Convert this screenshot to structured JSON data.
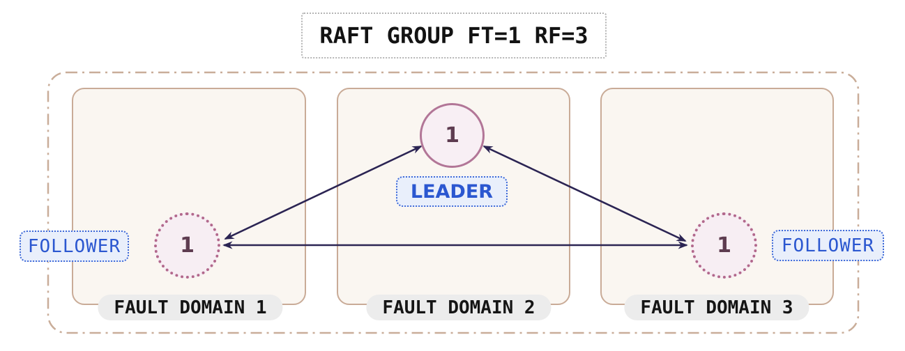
{
  "diagram": {
    "title": "RAFT GROUP FT=1 RF=3",
    "fault_domains": [
      "FAULT DOMAIN 1",
      "FAULT DOMAIN 2",
      "FAULT DOMAIN 3"
    ],
    "nodes": {
      "leader": {
        "value": "1",
        "role": "LEADER",
        "domain": "FAULT DOMAIN 2"
      },
      "follower_left": {
        "value": "1",
        "role": "FOLLOWER",
        "domain": "FAULT DOMAIN 1"
      },
      "follower_right": {
        "value": "1",
        "role": "FOLLOWER",
        "domain": "FAULT DOMAIN 3"
      }
    },
    "connections": [
      "follower_left <-> leader",
      "follower_right <-> leader",
      "follower_left <-> follower_right"
    ],
    "colors": {
      "arrow": "#2b2453",
      "leader_border": "#b27697",
      "follower_border": "#b2688c",
      "node_fill": "#f8eff4",
      "node_text": "#5e3c50",
      "role_text": "#2b57d0",
      "role_fill": "#e9effb",
      "role_border": "#3f6ad8",
      "domain_border": "#c9ab97",
      "domain_fill": "#faf6f1",
      "container_border": "#c9ad99",
      "pill_fill": "#ececec",
      "title_text": "#131313"
    }
  }
}
